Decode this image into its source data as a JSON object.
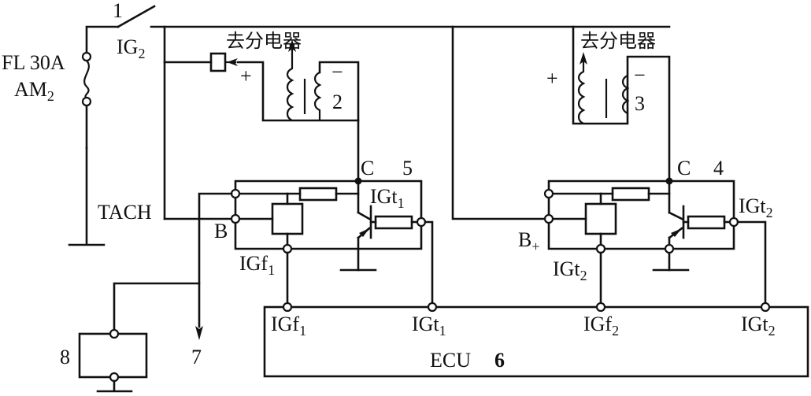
{
  "switch": {
    "number": "1",
    "terminal": "IG",
    "terminal_sub": "2"
  },
  "fuse": {
    "label": "FL 30A",
    "name": "AM",
    "name_sub": "2"
  },
  "coils": [
    {
      "number": "2",
      "dest": "去分电器",
      "plus": "+",
      "minus": "−"
    },
    {
      "number": "3",
      "dest": "去分电器",
      "plus": "+",
      "minus": "−"
    }
  ],
  "igniters": [
    {
      "number": "5",
      "collector": "C",
      "base_label": "B",
      "base_sub": "",
      "igt": "IGt",
      "igt_sub": "1",
      "igf": "IGf",
      "igf_sub": "1"
    },
    {
      "number": "4",
      "collector": "C",
      "base_label": "B",
      "base_sub": "+",
      "igt": "IGt",
      "igt_sub": "2",
      "igf": "IGt",
      "igf_sub": "2"
    }
  ],
  "tach": "TACH",
  "ecu": {
    "name": "ECU",
    "number": "6",
    "pins": [
      {
        "label": "IGf",
        "sub": "1"
      },
      {
        "label": "IGt",
        "sub": "1"
      },
      {
        "label": "IGf",
        "sub": "2"
      },
      {
        "label": "IGt",
        "sub": "2"
      }
    ]
  },
  "tach_output": "7",
  "component_8": "8"
}
